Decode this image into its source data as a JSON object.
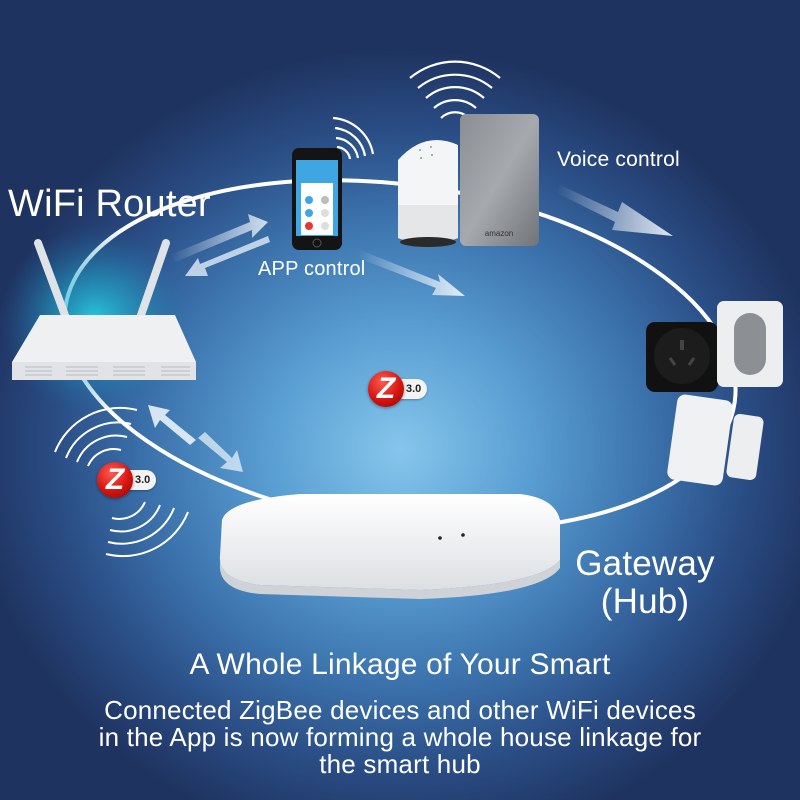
{
  "labels": {
    "wifi_router": "WiFi Router",
    "voice_control": "Voice control",
    "app_control": "APP control",
    "gateway_line1": "Gateway",
    "gateway_line2": "(Hub)"
  },
  "zigbee_badges": [
    {
      "letter": "Z",
      "version": "3.0"
    },
    {
      "letter": "Z",
      "version": "3.0"
    }
  ],
  "devices": {
    "speaker_brand": "amazon"
  },
  "footer": {
    "headline": "A Whole Linkage of Your Smart",
    "body_line1": "Connected ZigBee devices and other WiFi devices",
    "body_line2": "in the App is now forming a whole house linkage for",
    "body_line3": "the smart hub"
  },
  "colors": {
    "background_dark": "#1f3360",
    "background_glow": "#86c6ec",
    "zigbee_red": "#d5140f",
    "ring": "#ffffff"
  }
}
